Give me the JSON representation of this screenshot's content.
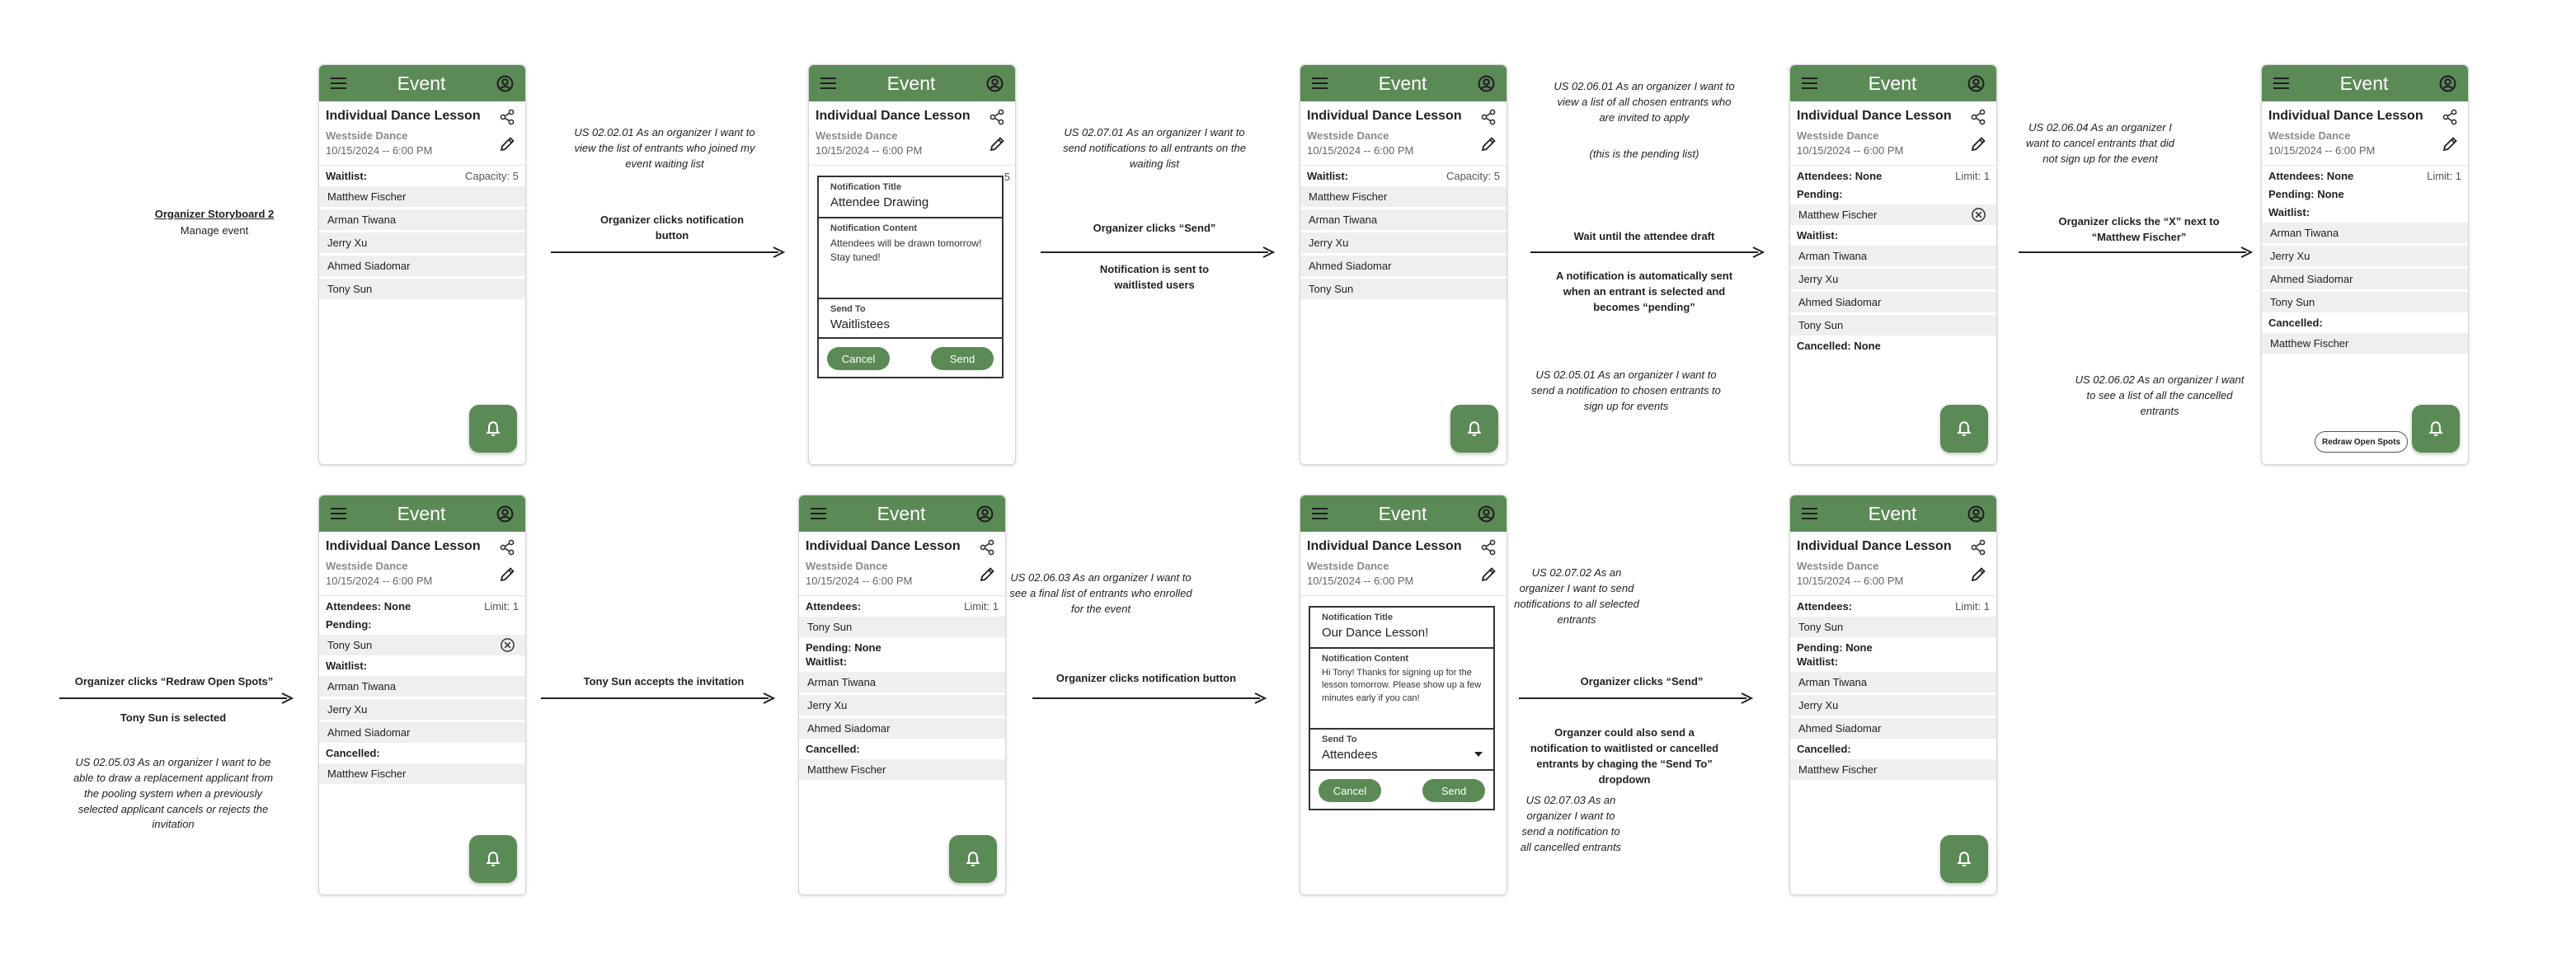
{
  "storyboard": {
    "title": "Organizer Storyboard 2",
    "subtitle": "Manage event"
  },
  "common": {
    "header_title": "Event",
    "event_name": "Individual Dance Lesson",
    "event_location": "Westside Dance",
    "event_date": "10/15/2024 -- 6:00 PM"
  },
  "labels": {
    "waitlist": "Waitlist:",
    "capacity": "Capacity: 5",
    "attendees_none": "Attendees: None",
    "attendees": "Attendees:",
    "limit": "Limit: 1",
    "pending": "Pending:",
    "pending_none": "Pending: None",
    "cancelled": "Cancelled:",
    "cancelled_none": "Cancelled: None",
    "redraw": "Redraw Open Spots"
  },
  "names": {
    "matthew": "Matthew Fischer",
    "arman": "Arman Tiwana",
    "jerry": "Jerry Xu",
    "ahmed": "Ahmed Siadomar",
    "tony": "Tony Sun"
  },
  "modal1": {
    "title_label": "Notification Title",
    "title_value": "Attendee Drawing",
    "content_label": "Notification Content",
    "content_value": "Attendees will be drawn tomorrow! Stay tuned!",
    "sendto_label": "Send To",
    "sendto_value": "Waitlistees",
    "cancel": "Cancel",
    "send": "Send",
    "cap_fragment": "5"
  },
  "modal2": {
    "title_label": "Notification Title",
    "title_value": "Our Dance Lesson!",
    "content_label": "Notification Content",
    "content_value": "Hi Tony! Thanks for signing up for the lesson tomorrow. Please show up a few minutes early if you can!",
    "sendto_label": "Send To",
    "sendto_value": "Attendees",
    "cancel": "Cancel",
    "send": "Send"
  },
  "annotations": {
    "a1_note": "US 02.02.01 As an organizer I want to view the list of entrants who joined my event waiting list",
    "a1_action": "Organizer clicks notification button",
    "a2_note": "US 02.07.01 As an organizer I want to send notifications to all entrants on the waiting list",
    "a2_action": "Organizer clicks “Send”",
    "a2_result": "Notification is sent to waitlisted users",
    "a3_note": "US 02.06.01 As an organizer I want to view a list of all chosen entrants who are invited to apply",
    "a3_note2": "(this is the pending list)",
    "a3_action": "Wait until the attendee draft",
    "a3_result": "A notification is automatically sent when an entrant is selected and becomes “pending”",
    "a3_note3": "US 02.05.01 As an organizer I want to send a notification to chosen entrants to sign up for events",
    "a4_note": "US 02.06.04 As an organizer I want to cancel entrants that did not sign up for the event",
    "a4_action": "Organizer clicks the “X” next to “Matthew Fischer”",
    "a4_note2": "US 02.06.02 As an organizer I want to see a list of all the cancelled entrants",
    "b1_action": "Organizer clicks “Redraw Open Spots”",
    "b1_result": "Tony Sun is selected",
    "b1_note": "US 02.05.03 As an organizer I want to be able to draw a replacement applicant from the pooling system when a previously selected applicant cancels or rejects the invitation",
    "b2_action": "Tony Sun accepts the invitation",
    "b3_note": "US 02.06.03 As an organizer I want to see a final list of entrants who enrolled for the event",
    "b3_action": "Organizer clicks notification button",
    "b4_note": "US 02.07.02 As an organizer I want to send notifications to all selected entrants",
    "b4_action": "Organizer clicks “Send”",
    "b4_result": "Organzer could also send a notification to waitlisted or cancelled entrants by chaging the “Send To” dropdown",
    "b4_note2": "US 02.07.03 As an organizer I want to send a notification to all cancelled entrants"
  },
  "colors": {
    "header_green": "#5b8a56",
    "row_gray": "#efefef"
  }
}
